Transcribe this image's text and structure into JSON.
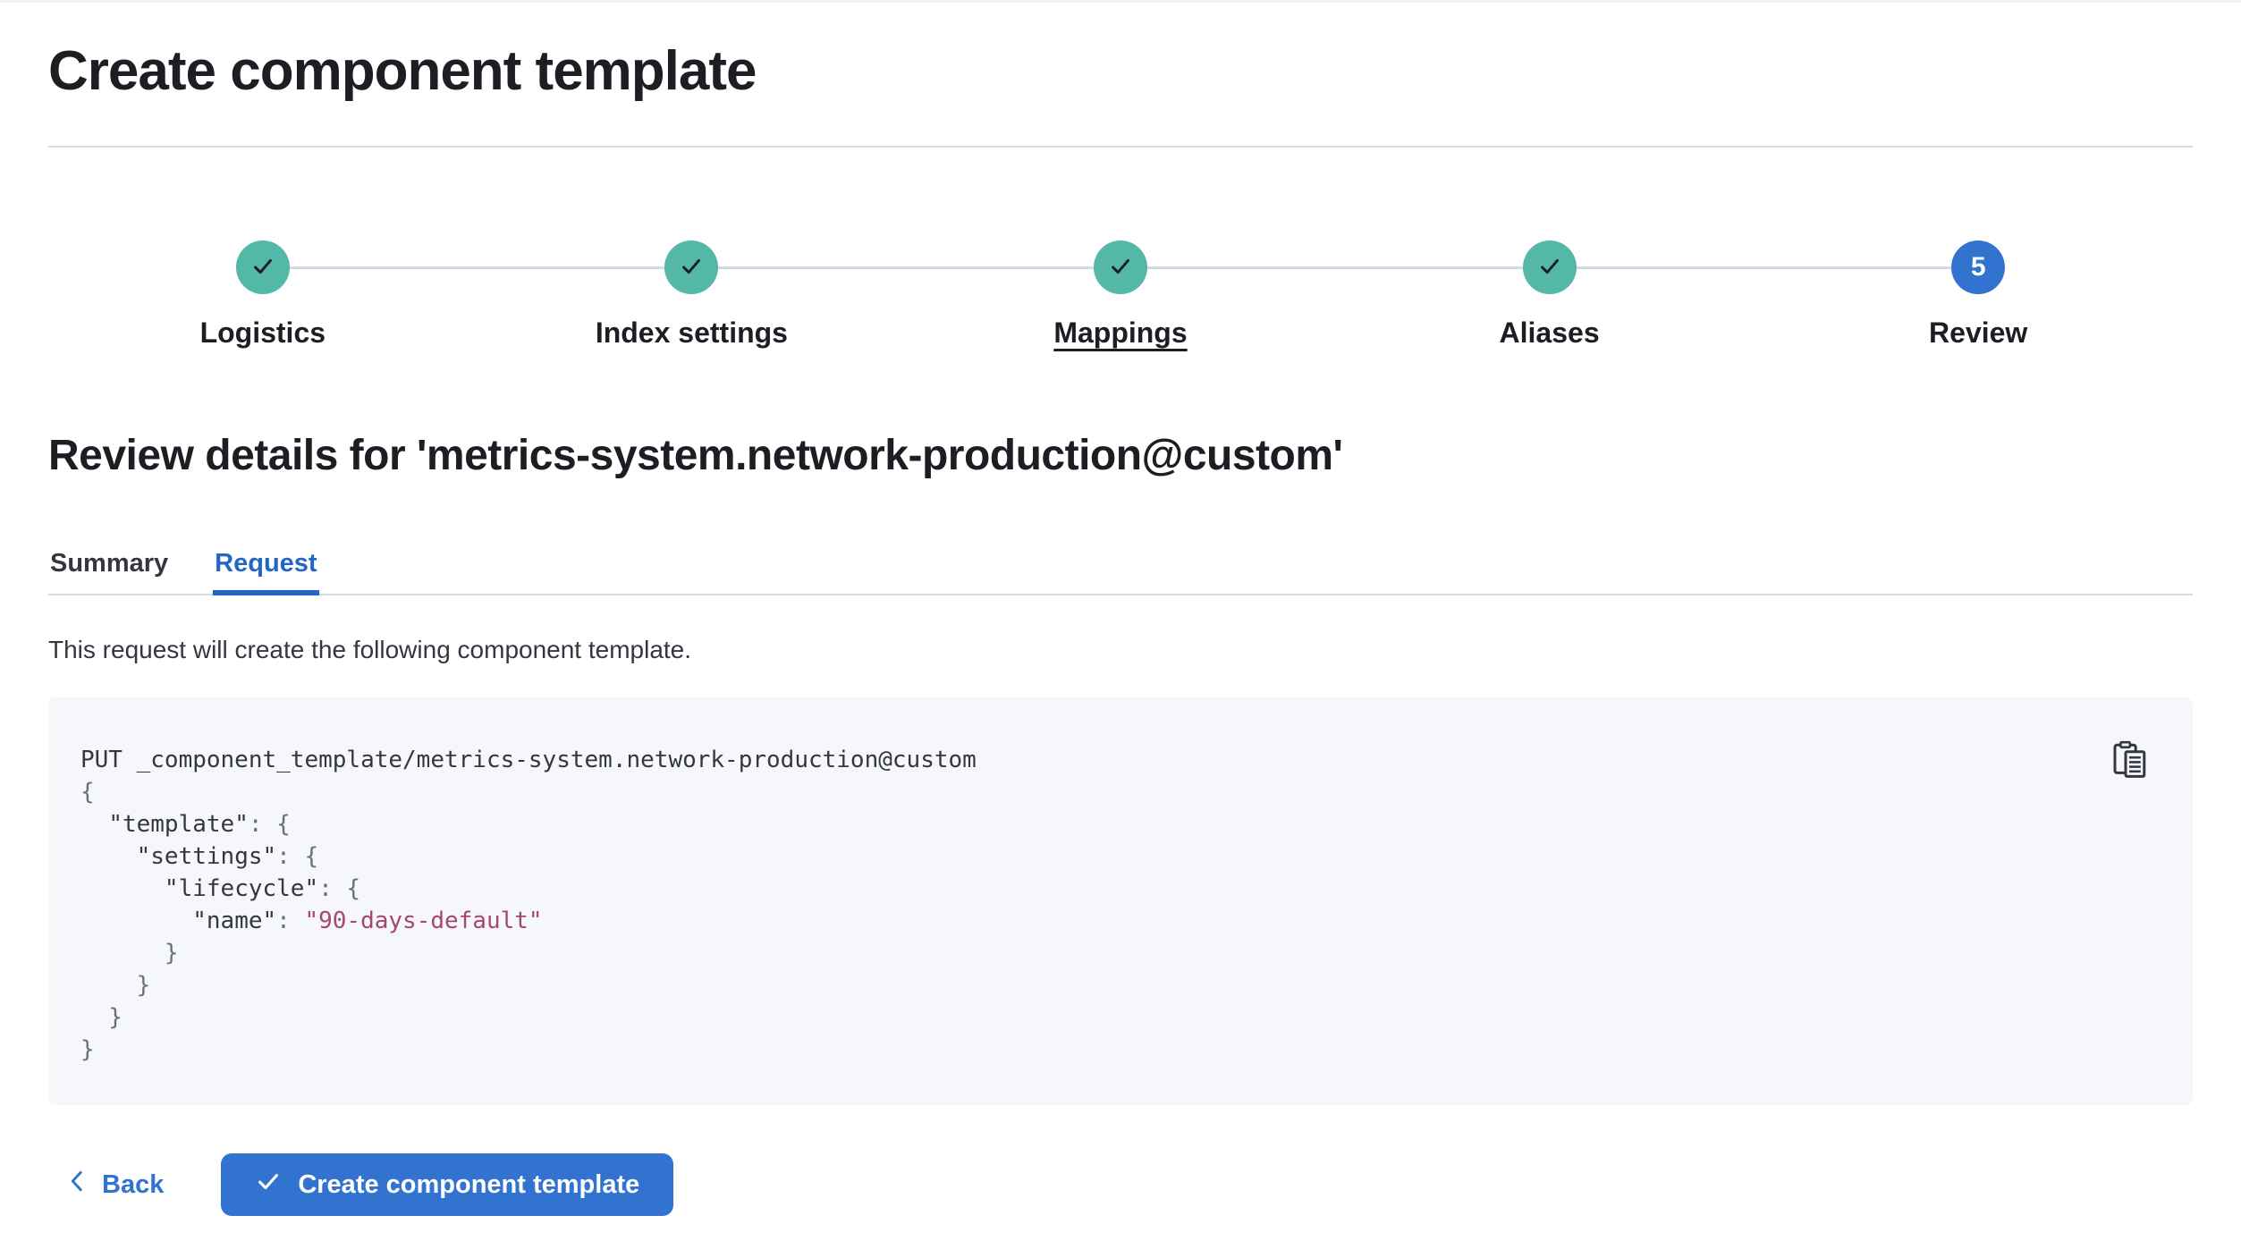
{
  "page": {
    "title": "Create component template"
  },
  "stepper": {
    "steps": [
      {
        "label": "Logistics",
        "status": "complete"
      },
      {
        "label": "Index settings",
        "status": "complete"
      },
      {
        "label": "Mappings",
        "status": "complete",
        "underlined": true
      },
      {
        "label": "Aliases",
        "status": "complete"
      },
      {
        "label": "Review",
        "status": "current",
        "number": "5"
      }
    ]
  },
  "review": {
    "heading": "Review details for 'metrics-system.network-production@custom'",
    "tabs": [
      {
        "label": "Summary",
        "active": false
      },
      {
        "label": "Request",
        "active": true
      }
    ],
    "description": "This request will create the following component template."
  },
  "code_block": {
    "copy_icon": "copy-clipboard-icon",
    "lines": [
      [
        {
          "t": "PUT _component_template/metrics-system.network-production@custom",
          "c": "default"
        }
      ],
      [
        {
          "t": "{",
          "c": "punct"
        }
      ],
      [
        {
          "t": "  ",
          "c": "default"
        },
        {
          "t": "\"template\"",
          "c": "key"
        },
        {
          "t": ": {",
          "c": "punct"
        }
      ],
      [
        {
          "t": "    ",
          "c": "default"
        },
        {
          "t": "\"settings\"",
          "c": "key"
        },
        {
          "t": ": {",
          "c": "punct"
        }
      ],
      [
        {
          "t": "      ",
          "c": "default"
        },
        {
          "t": "\"lifecycle\"",
          "c": "key"
        },
        {
          "t": ": {",
          "c": "punct"
        }
      ],
      [
        {
          "t": "        ",
          "c": "default"
        },
        {
          "t": "\"name\"",
          "c": "key"
        },
        {
          "t": ": ",
          "c": "punct"
        },
        {
          "t": "\"90-days-default\"",
          "c": "string"
        }
      ],
      [
        {
          "t": "      }",
          "c": "punct"
        }
      ],
      [
        {
          "t": "    }",
          "c": "punct"
        }
      ],
      [
        {
          "t": "  }",
          "c": "punct"
        }
      ],
      [
        {
          "t": "}",
          "c": "punct"
        }
      ]
    ]
  },
  "footer": {
    "back_label": "Back",
    "submit_label": "Create component template"
  },
  "colors": {
    "primary_blue": "#3173ce",
    "tab_active_blue": "#2267c5",
    "success_teal": "#54b8a8",
    "connector_gray": "#d3dae6",
    "code_background": "#f5f7fa",
    "code_text": "#343741",
    "code_punctuation": "#69707d",
    "code_string": "#a5486a",
    "heading_text": "#1d1e24"
  }
}
